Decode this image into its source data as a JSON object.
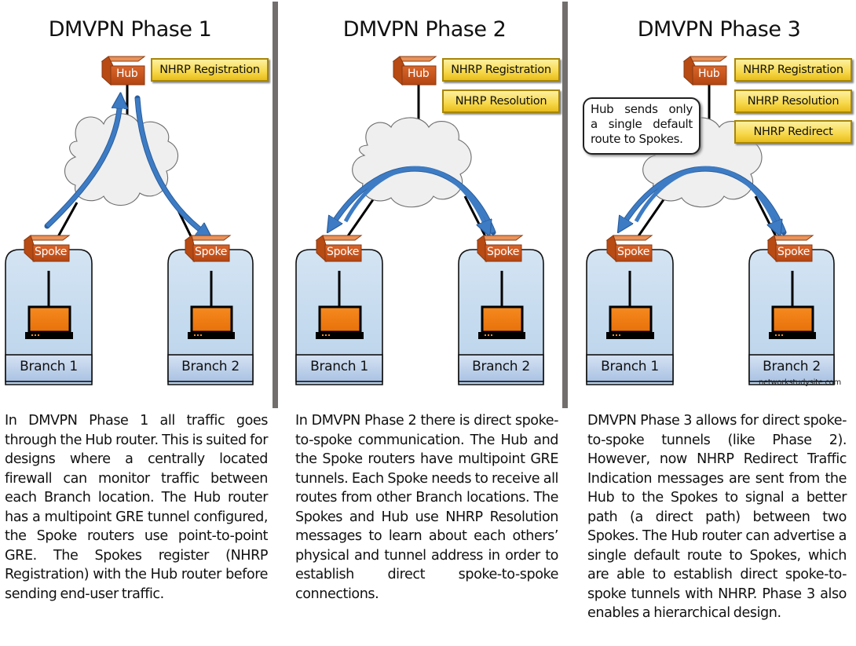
{
  "colors": {
    "router": "#c8561c",
    "router_top": "#e08a4e",
    "nhrp_box": "#f7d84a",
    "branch_fill": "#bcd5ea",
    "branch_label_fill": "#b2c9e6",
    "cloud": "#efefef",
    "arrow": "#3d7cc4",
    "divider": "#726e6d",
    "monitor": "#f07b12"
  },
  "phases": [
    {
      "title": "DMVPN Phase 1",
      "hub_label": "Hub",
      "nhrp_messages": [
        "NHRP Registration"
      ],
      "spokes": [
        {
          "router_label": "Spoke",
          "branch_label": "Branch 1"
        },
        {
          "router_label": "Spoke",
          "branch_label": "Branch 2"
        }
      ],
      "traffic_path": "spoke-to-hub-to-spoke",
      "description": "In DMVPN Phase 1 all traffic goes through the Hub router. This is suited for designs where a centrally located firewall can monitor traffic between each Branch location. The Hub router has a multipoint GRE tunnel configured, the Spoke routers use point-to-point GRE. The Spokes register (NHRP Registration) with the Hub router before sending end-user traffic."
    },
    {
      "title": "DMVPN Phase 2",
      "hub_label": "Hub",
      "nhrp_messages": [
        "NHRP Registration",
        "NHRP Resolution"
      ],
      "spokes": [
        {
          "router_label": "Spoke",
          "branch_label": "Branch 1"
        },
        {
          "router_label": "Spoke",
          "branch_label": "Branch 2"
        }
      ],
      "traffic_path": "spoke-to-spoke",
      "description": "In DMVPN Phase 2 there is direct spoke-to-spoke communication. The Hub and the Spoke routers have multipoint GRE tunnels. Each Spoke needs to receive all routes from other Branch locations. The Spokes and Hub use NHRP Resolution messages to learn about each others’ physical and tunnel address in order to establish direct spoke-to-spoke connections."
    },
    {
      "title": "DMVPN Phase 3",
      "hub_label": "Hub",
      "nhrp_messages": [
        "NHRP Registration",
        "NHRP Resolution",
        "NHRP Redirect"
      ],
      "callout_lines": [
        "Hub sends only",
        "a single default",
        "route to Spokes."
      ],
      "spokes": [
        {
          "router_label": "Spoke",
          "branch_label": "Branch 1"
        },
        {
          "router_label": "Spoke",
          "branch_label": "Branch 2"
        }
      ],
      "traffic_path": "spoke-to-spoke",
      "description": "DMVPN Phase 3 allows for direct spoke-to-spoke tunnels (like Phase 2). However, now NHRP Redirect Traffic Indication messages are sent from the Hub to the Spokes to signal a better path (a direct path) between two Spokes. The Hub router can advertise a single default route to Spokes, which are able to establish direct spoke-to-spoke tunnels with NHRP. Phase 3 also enables a hierarchical design."
    }
  ],
  "watermark": "networkstudysite.com"
}
